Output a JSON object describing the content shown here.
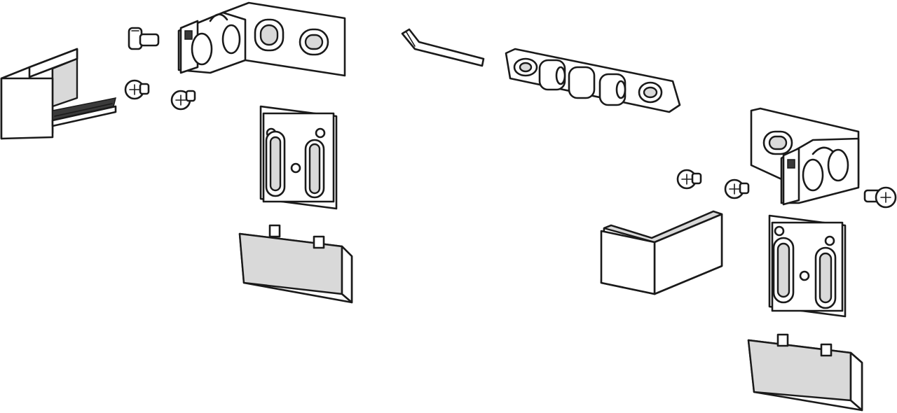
{
  "diagram": {
    "kind": "exploded-view hardware assembly",
    "fill_color": "#ffffff",
    "stroke_color": "#1a1a1a",
    "shade_color": "#d9d9d9",
    "left_assembly": [
      "end-cap",
      "pivot-bracket",
      "mounting-plate",
      "cover-cap",
      "screw",
      "screw",
      "screw"
    ],
    "center_parts": [
      "hex-key",
      "hinge-rail"
    ],
    "right_assembly": [
      "pivot-bracket",
      "mounting-plate",
      "cover-cap",
      "end-cap",
      "screw",
      "screw",
      "screw"
    ]
  }
}
